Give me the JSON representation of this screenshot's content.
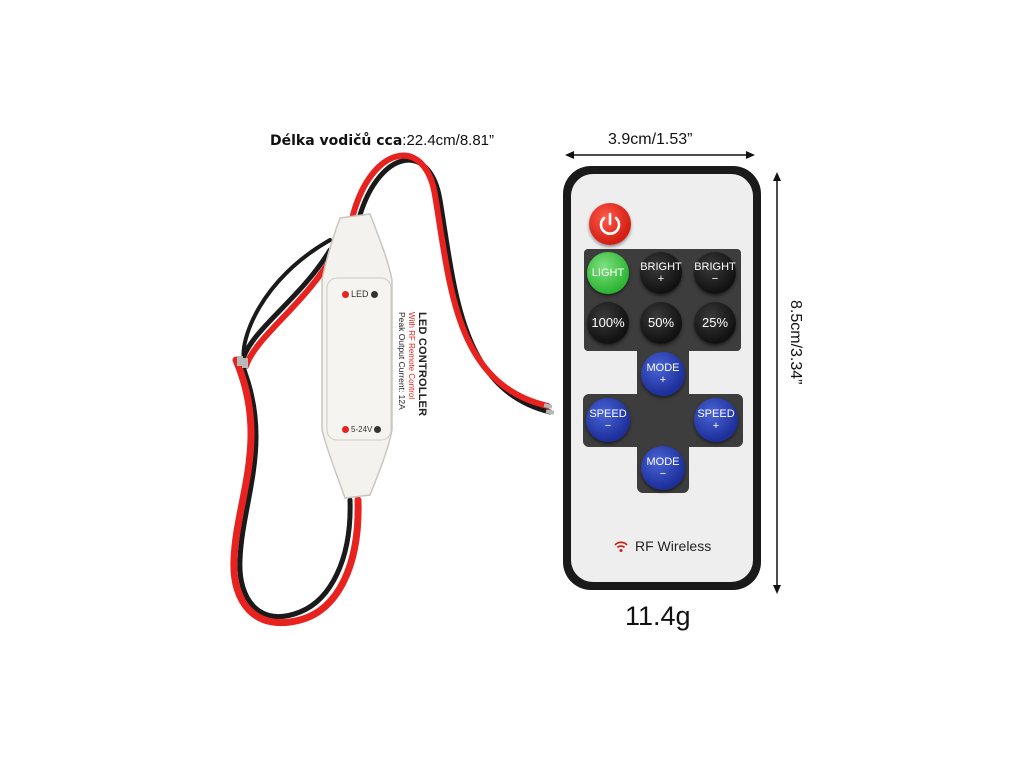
{
  "dimensions": {
    "wire_length_prefix": "Délka vodičů cca",
    "wire_length_value": ":22.4cm/8.81”",
    "remote_width": "3.9cm/1.53”",
    "remote_height": "8.5cm/3.34”",
    "weight": "11.4g"
  },
  "controller": {
    "title": "LED CONTROLLER",
    "subtitle": "With RF Remote Control",
    "spec": "Peak Output Current: 12A",
    "led_label": "LED",
    "voltage_label": "5-24V"
  },
  "remote": {
    "buttons": {
      "light": "LIGHT",
      "bright_up_top": "BRIGHT",
      "bright_up_sign": "+",
      "bright_down_top": "BRIGHT",
      "bright_down_sign": "−",
      "p100": "100%",
      "p50": "50%",
      "p25": "25%",
      "mode_up_top": "MODE",
      "mode_up_sign": "+",
      "mode_down_top": "MODE",
      "mode_down_sign": "−",
      "speed_down_top": "SPEED",
      "speed_down_sign": "−",
      "speed_up_top": "SPEED",
      "speed_up_sign": "+"
    },
    "brand": "RF Wireless"
  },
  "colors": {
    "wire_red": "#e8231f",
    "power_red": "#e0281c",
    "light_green": "#3cc43f",
    "button_blue": "#2a3eb5",
    "keypad_gray": "#3d3d3d"
  },
  "icons": [
    "arrow-icon",
    "power-icon",
    "wifi-signal-icon",
    "led-indicator-icon"
  ]
}
